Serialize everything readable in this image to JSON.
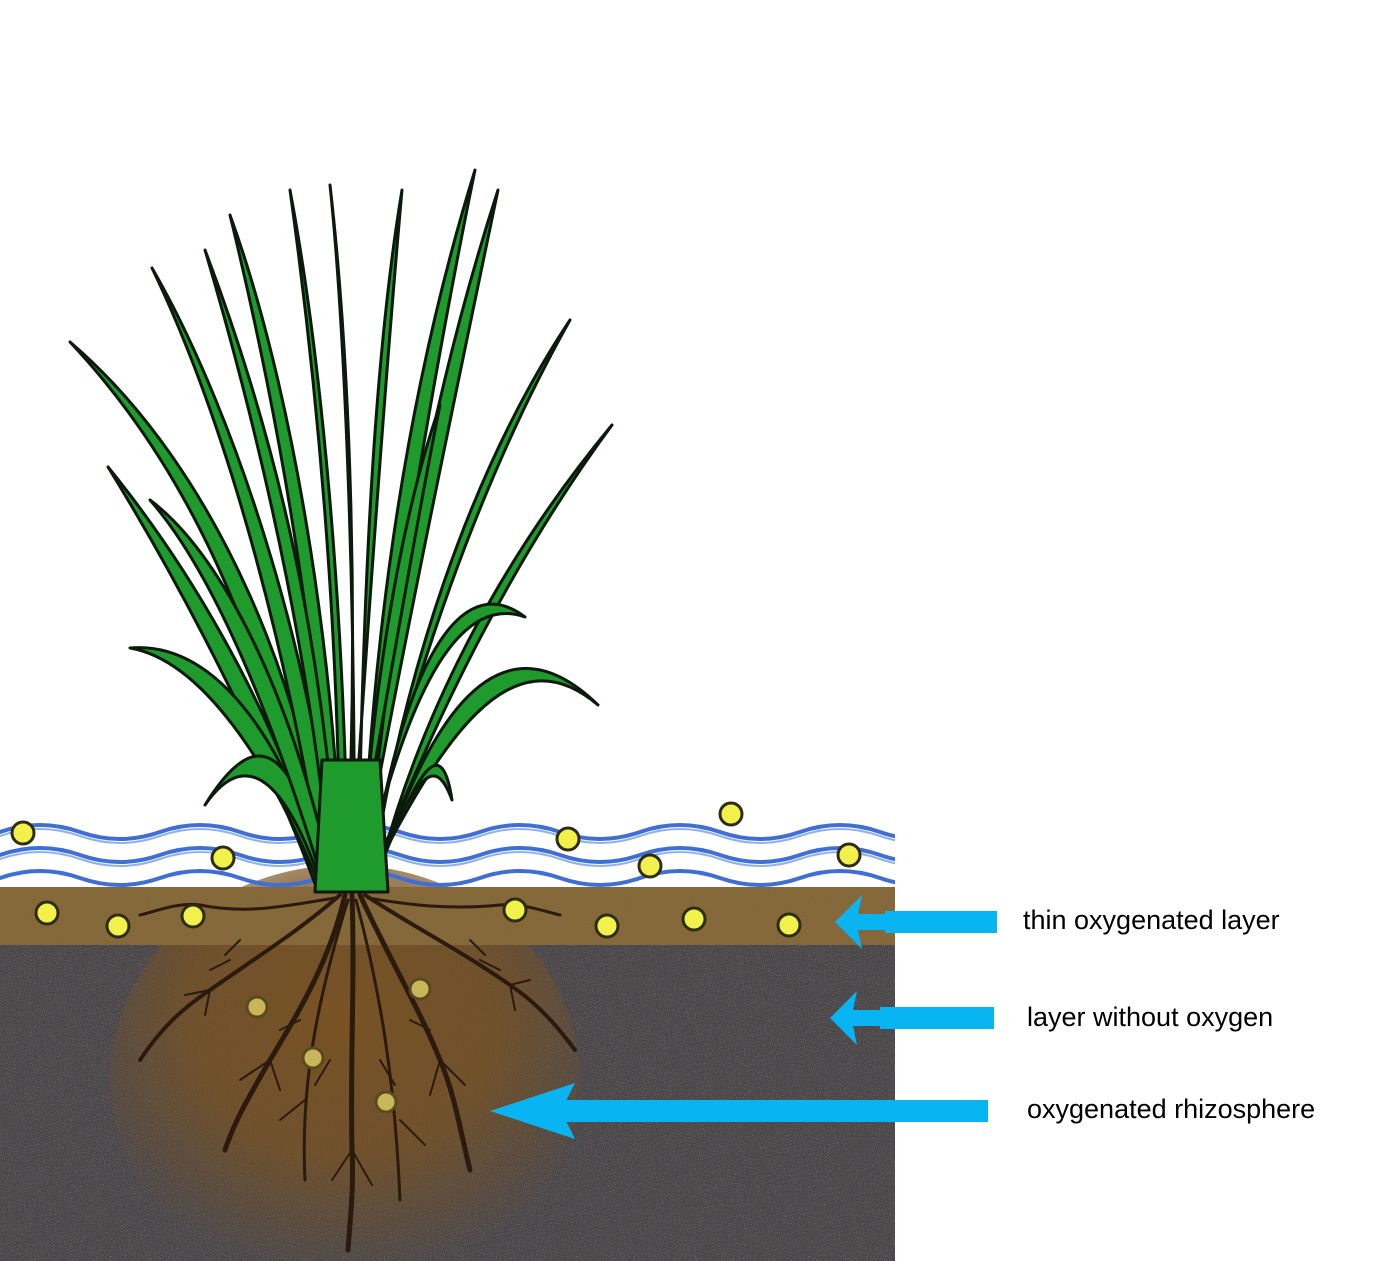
{
  "labels": {
    "thin_oxygenated_layer": "thin oxygenated layer",
    "layer_without_oxygen": "layer without oxygen",
    "oxygenated_rhizosphere": "oxygenated rhizosphere"
  },
  "colors": {
    "leaf_fill": "#1f9a2c",
    "leaf_outline": "#0b1a0c",
    "water_wave": "#3f6fd6",
    "water_wave_light": "#8fb1ee",
    "oxygen_bubble": "#f2f04a",
    "oxygen_bubble_outline": "#2d2d14",
    "topsoil": "#8b6d3c",
    "anoxic_soil": "#4a4548",
    "rhizosphere_glow": "#7a5322",
    "roots": "#2b1b0e",
    "arrow": "#08b4f2"
  }
}
